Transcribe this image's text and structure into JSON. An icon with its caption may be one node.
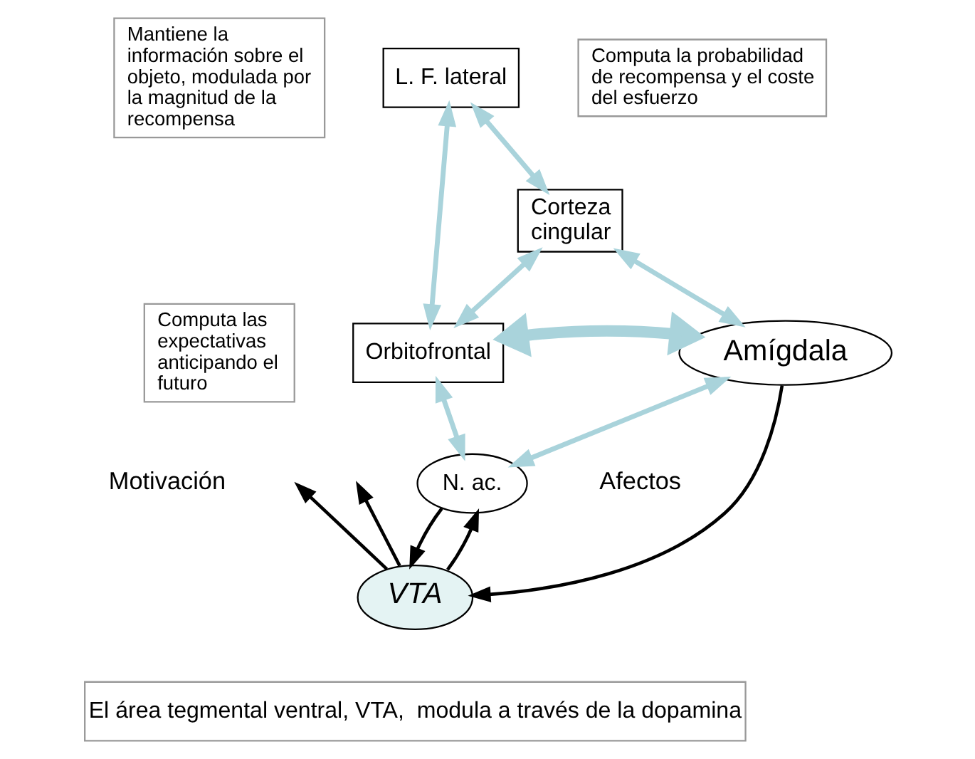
{
  "diagram": {
    "nodes": [
      {
        "text": [
          "Mantiene la información sobre el objeto, modulada por la magnitud de la recompensa"
        ]
      },
      {
        "text": [
          "L. F. lateral"
        ]
      },
      {
        "text": [
          "Computa la probabilidad de recompensa y el coste del esfuerzo"
        ]
      },
      {
        "text": [
          "Corteza cingular"
        ]
      },
      {
        "text": [
          "Computa las expectativas anticipando el futuro"
        ]
      },
      {
        "text": [
          "Orbitofrontal"
        ]
      },
      {
        "text": [
          "Amígdala"
        ]
      },
      {
        "text": [
          "N. ac."
        ]
      },
      {
        "text": [
          "VTA"
        ]
      },
      {
        "text": [
          "El área tegmental ventral, VTA,  modula a través de la dopamina"
        ]
      }
    ],
    "edges": [
      {
        "from": 1,
        "to": 3,
        "arrow": "both"
      },
      {
        "from": 1,
        "to": 5,
        "arrow": "both"
      },
      {
        "from": 3,
        "to": 5,
        "arrow": "both"
      },
      {
        "from": 3,
        "to": 6,
        "arrow": "both"
      },
      {
        "from": 5,
        "to": 6,
        "arrow": "both",
        "style": "thick"
      },
      {
        "from": 5,
        "to": 7,
        "arrow": "both"
      },
      {
        "from": 6,
        "to": 7,
        "arrow": "both"
      },
      {
        "from": 7,
        "to": 8,
        "arrow": "to",
        "color": "#000000"
      },
      {
        "from": 6,
        "to": 8,
        "arrow": "to",
        "color": "#000000"
      },
      {
        "from": 8,
        "to": null,
        "arrow": "to",
        "color": "#000000"
      },
      {
        "from": 8,
        "to": 7,
        "arrow": "to",
        "color": "#000000"
      },
      {
        "from": 8,
        "to": null,
        "arrow": "to",
        "color": "#000000"
      }
    ],
    "labels": [
      "Motivación",
      "Afectos"
    ]
  }
}
